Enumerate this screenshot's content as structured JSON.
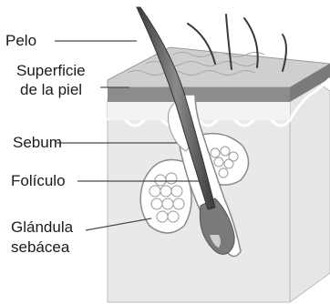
{
  "labels": {
    "hair": "Pelo",
    "skin_surface_line1": "Superficie",
    "skin_surface_line2": "de la piel",
    "sebum": "Sebum",
    "follicle": "Folículo",
    "gland_line1": "Glándula",
    "gland_line2": "sebácea"
  }
}
